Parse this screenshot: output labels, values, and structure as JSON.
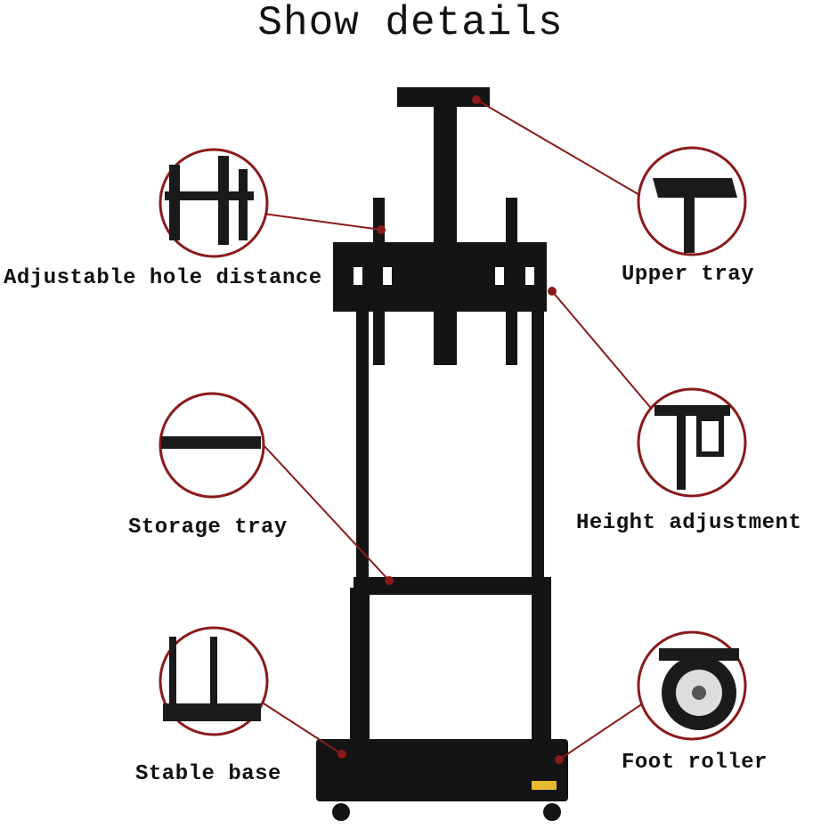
{
  "title": "Show details",
  "labels": {
    "hole_distance": "Adjustable hole distance",
    "upper_tray": "Upper tray",
    "storage_tray": "Storage tray",
    "height_adjustment": "Height adjustment",
    "stable_base": "Stable base",
    "foot_roller": "Foot roller"
  },
  "colors": {
    "callout": "#8b1a1a",
    "stand": "#141414"
  }
}
